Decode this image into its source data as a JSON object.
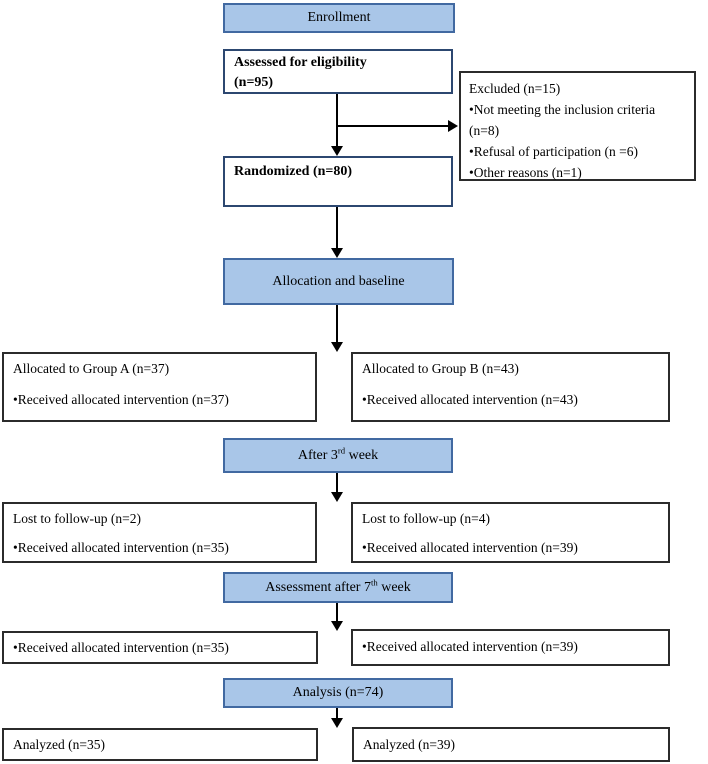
{
  "colors": {
    "header_fill": "#a9c6e8",
    "header_border": "#4169a1",
    "strong_border": "#2c4770",
    "box_border": "#2b2b2b",
    "arrow": "#000000"
  },
  "flow": {
    "enrollment": {
      "label": "Enrollment"
    },
    "assessed": {
      "line1": "Assessed for eligibility",
      "line2": "(n=95)"
    },
    "excluded": {
      "lines": [
        "Excluded (n=15)",
        "•Not meeting the inclusion criteria",
        "(n=8)",
        "•Refusal of participation (n =6)",
        "•Other reasons (n=1)"
      ]
    },
    "randomized": {
      "label": "Randomized (n=80)"
    },
    "allocation_header": {
      "label": "Allocation and baseline"
    },
    "group_a": {
      "title": "Allocated to Group A (n=37)",
      "bullet": "•Received allocated intervention (n=37)"
    },
    "group_b": {
      "title": "Allocated to Group B (n=43)",
      "bullet": "•Received allocated intervention (n=43)"
    },
    "week3_header": {
      "pre": "After 3",
      "sup": "rd",
      "post": " week"
    },
    "lost_a": {
      "title": "Lost to follow-up (n=2)",
      "bullet": "•Received allocated intervention (n=35)"
    },
    "lost_b": {
      "title": "Lost to follow-up (n=4)",
      "bullet": "•Received allocated intervention (n=39)"
    },
    "week7_header": {
      "pre": "Assessment after 7",
      "sup": "th",
      "post": " week"
    },
    "received_a": {
      "bullet": "•Received allocated intervention (n=35)"
    },
    "received_b": {
      "bullet": "•Received allocated intervention (n=39)"
    },
    "analysis_header": {
      "label": "Analysis (n=74)"
    },
    "analyzed_a": {
      "label": "Analyzed (n=35)"
    },
    "analyzed_b": {
      "label": "Analyzed (n=39)"
    }
  }
}
